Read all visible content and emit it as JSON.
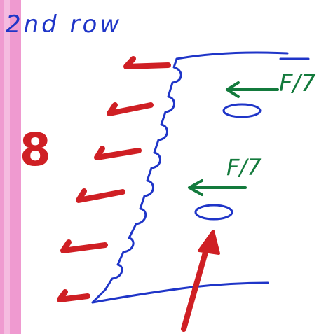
{
  "heading": "2nd row",
  "count_label": "8",
  "force_labels": [
    "F/7",
    "F/7"
  ],
  "colors": {
    "margin_stripe": "#ef9ad0",
    "blue_ink": "#1f35c8",
    "red_ink": "#cf1f24",
    "green_ink": "#137a3c"
  }
}
